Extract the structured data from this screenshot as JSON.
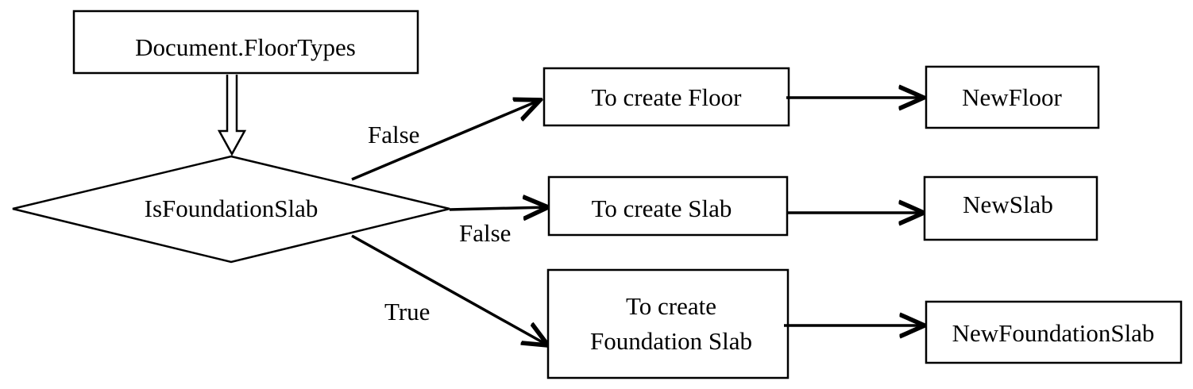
{
  "diagram": {
    "source": {
      "label": "Document.FloorTypes"
    },
    "decision": {
      "label": "IsFoundationSlab"
    },
    "process_floor": {
      "label": "To create Floor"
    },
    "process_slab": {
      "label": "To create Slab"
    },
    "process_foundation": {
      "line1": "To create",
      "line2": "Foundation Slab"
    },
    "result_floor": {
      "label": "NewFloor"
    },
    "result_slab": {
      "label": "NewSlab"
    },
    "result_foundation": {
      "label": "NewFoundationSlab"
    },
    "edges": {
      "to_floor": "False",
      "to_slab": "False",
      "to_foundation": "True"
    }
  }
}
